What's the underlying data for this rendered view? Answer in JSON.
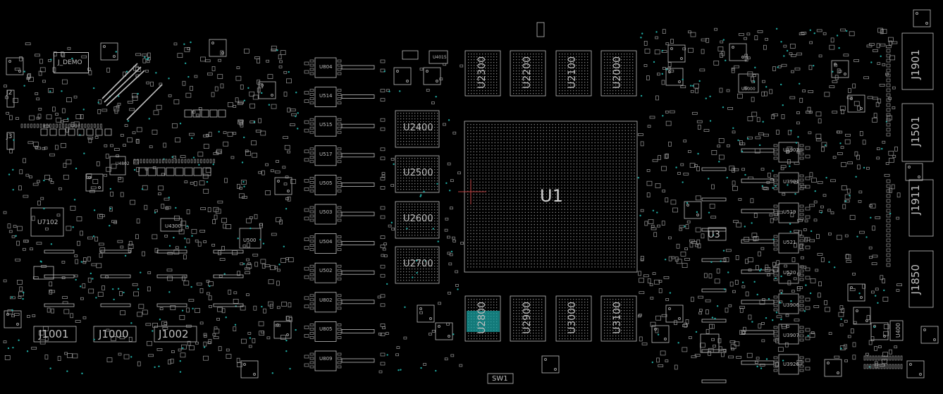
{
  "viewer": {
    "colors": {
      "background": "#000000",
      "outline": "#bfbfbf",
      "pad": "#9a9a9a",
      "via": "#1fa8a0",
      "highlight": "#1aa3a3",
      "marker": "#c04040"
    }
  },
  "labels": {
    "u1": "U1",
    "j_demo": "J_DEMO",
    "u7102": "U7102",
    "u4300": "U4300",
    "u500": "U500",
    "j1001": "J1001",
    "j1000": "J1000",
    "j1002": "J1002",
    "u804": "U804",
    "u514": "U514",
    "u515": "U515",
    "u517": "U517",
    "u505": "U505",
    "u503": "U503",
    "u504": "U504",
    "u502": "U502",
    "u802": "U802",
    "u805": "U805",
    "u809": "U809",
    "u2300": "U2300",
    "u2200": "U2200",
    "u2100": "U2100",
    "u2000": "U2000",
    "u2400": "U2400",
    "u2500": "U2500",
    "u2600": "U2600",
    "u2700": "U2700",
    "u2800": "U2800",
    "u2900": "U2900",
    "u3000": "U3000",
    "u3100": "U3100",
    "sw1": "SW1",
    "u3": "U3",
    "u3902": "U3902",
    "u3901": "U3901",
    "u519": "U519",
    "u521": "U521",
    "u520": "U520",
    "u3906": "U3906",
    "u3907": "U3907",
    "u3926": "U3926",
    "j1901": "J1901",
    "j1501": "J1501",
    "j1911": "J1911",
    "j1850": "J1850",
    "u400": "U400",
    "u5000": "U5000",
    "u4015": "U4015",
    "u4802": "U4802",
    "j2": "J2",
    "j3": "J3"
  }
}
